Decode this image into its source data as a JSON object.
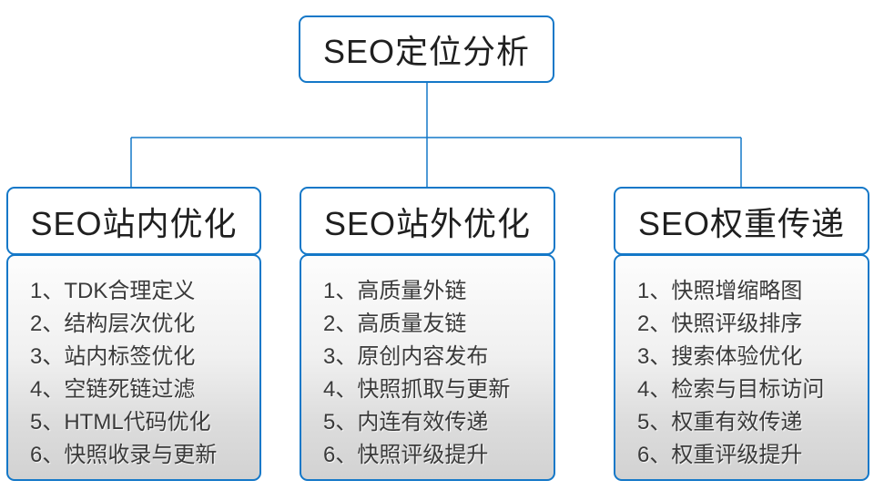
{
  "diagram": {
    "root": {
      "label": "SEO定位分析"
    },
    "branches": [
      {
        "title": "SEO站内优化",
        "items": [
          "1、TDK合理定义",
          "2、结构层次优化",
          "3、站内标签优化",
          "4、空链死链过滤",
          "5、HTML代码优化",
          "6、快照收录与更新"
        ]
      },
      {
        "title": "SEO站外优化",
        "items": [
          "1、高质量外链",
          "2、高质量友链",
          "3、原创内容发布",
          "4、快照抓取与更新",
          "5、内连有效传递",
          "6、快照评级提升"
        ]
      },
      {
        "title": "SEO权重传递",
        "items": [
          "1、快照增缩略图",
          "2、快照评级排序",
          "3、搜索体验优化",
          "4、检索与目标访问",
          "5、权重有效传递",
          "6、权重评级提升"
        ]
      }
    ],
    "colors": {
      "accent": "#1478C8",
      "heading_text": "#1f1f1f",
      "item_text": "#3a3a3a",
      "list_background_top": "#fdfdfd",
      "list_background_bottom": "#d2d2d2"
    }
  }
}
